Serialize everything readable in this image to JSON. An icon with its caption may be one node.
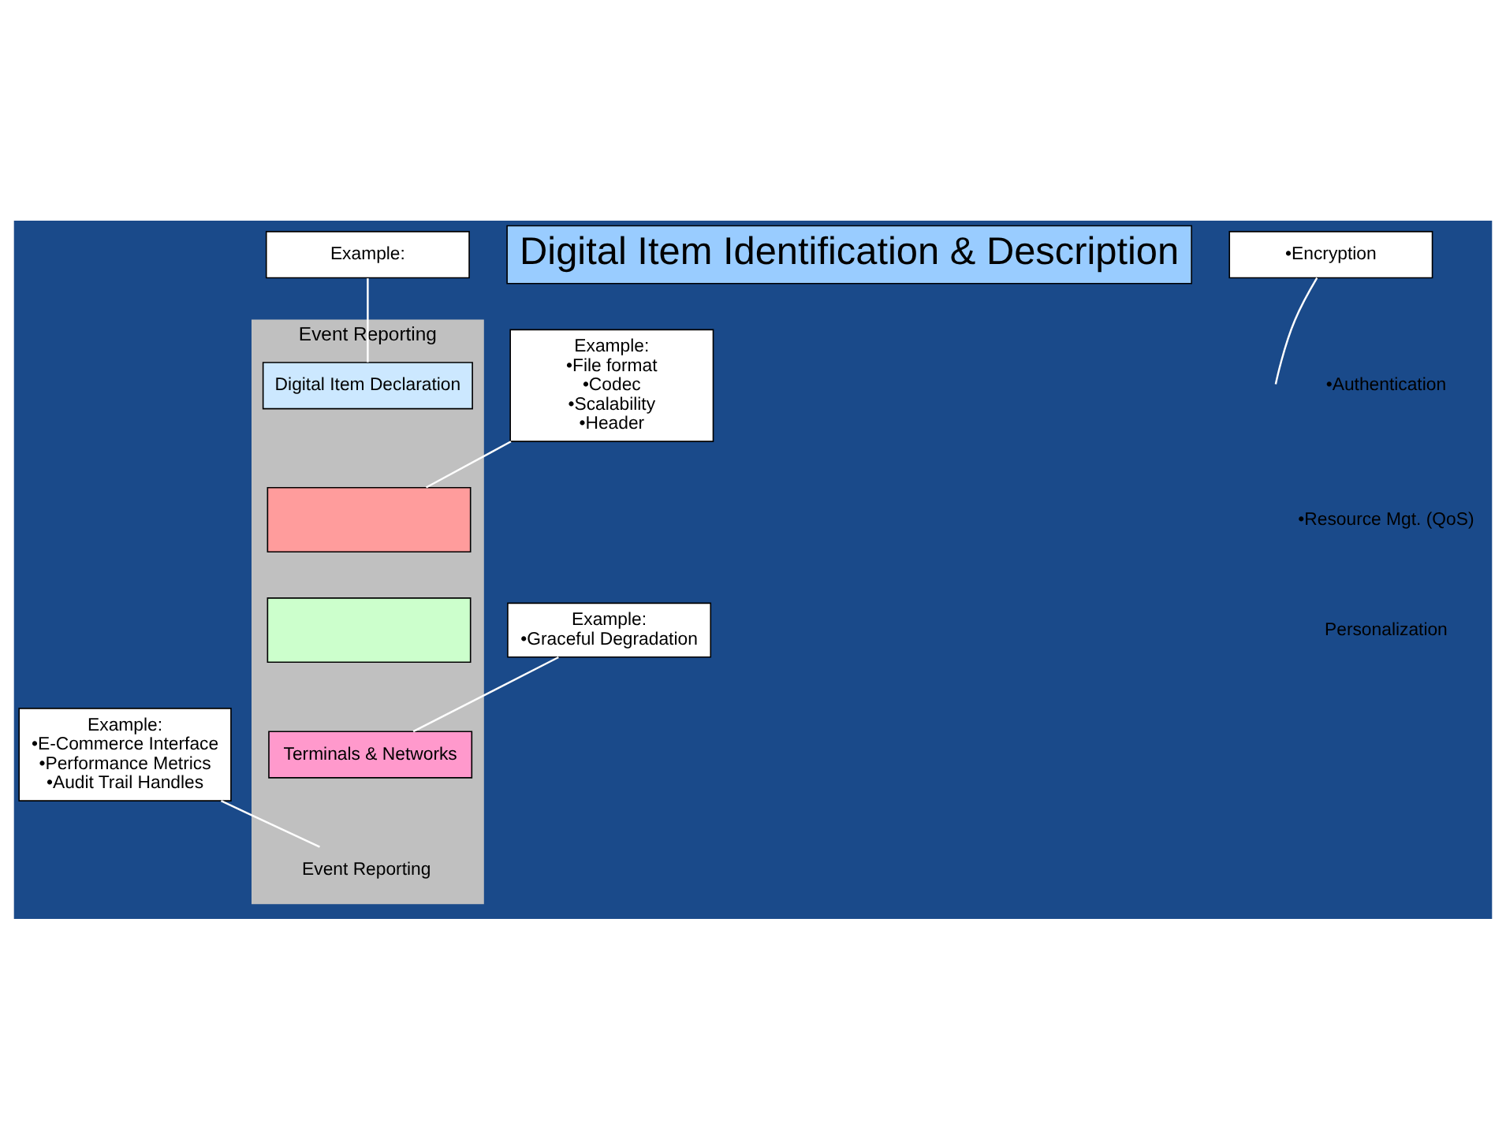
{
  "diagram": {
    "nodes": [
      {
        "text": [
          "Event Reporting"
        ]
      },
      {
        "text": [
          "Digital Item Declaration"
        ],
        "in": 0
      },
      {
        "text": [],
        "shape": "box",
        "in": 0
      },
      {
        "text": [
          "Digital Item Identification & Description"
        ]
      },
      {
        "text": [],
        "shape": "box",
        "in": 0
      },
      {
        "text": [
          "Terminals & Networks"
        ],
        "in": 0
      },
      {
        "text": [
          "Event Reporting"
        ],
        "in": 0
      },
      {
        "text": [
          "Example:"
        ]
      },
      {
        "text": [
          "Example:",
          "•File format",
          "•Codec",
          "•Scalability",
          "•Header"
        ]
      },
      {
        "text": [
          "•Encryption"
        ]
      },
      {
        "text": [
          "Example:",
          "•Graceful Degradation"
        ]
      },
      {
        "text": [
          "Example:",
          "•E-Commerce Interface",
          "•Performance Metrics",
          "•Audit Trail Handles"
        ]
      }
    ],
    "edges": [
      {
        "from": 7,
        "to": 1,
        "arrow": "none"
      },
      {
        "from": 8,
        "to": 2,
        "arrow": "none"
      },
      {
        "from": 9,
        "to": null,
        "arrow": "none"
      },
      {
        "from": 10,
        "to": 5,
        "arrow": "none"
      },
      {
        "from": 11,
        "to": 6,
        "arrow": "none"
      }
    ],
    "labels": [
      "•Authentication",
      "•Resource Mgt. (QoS)",
      "Personalization"
    ]
  }
}
